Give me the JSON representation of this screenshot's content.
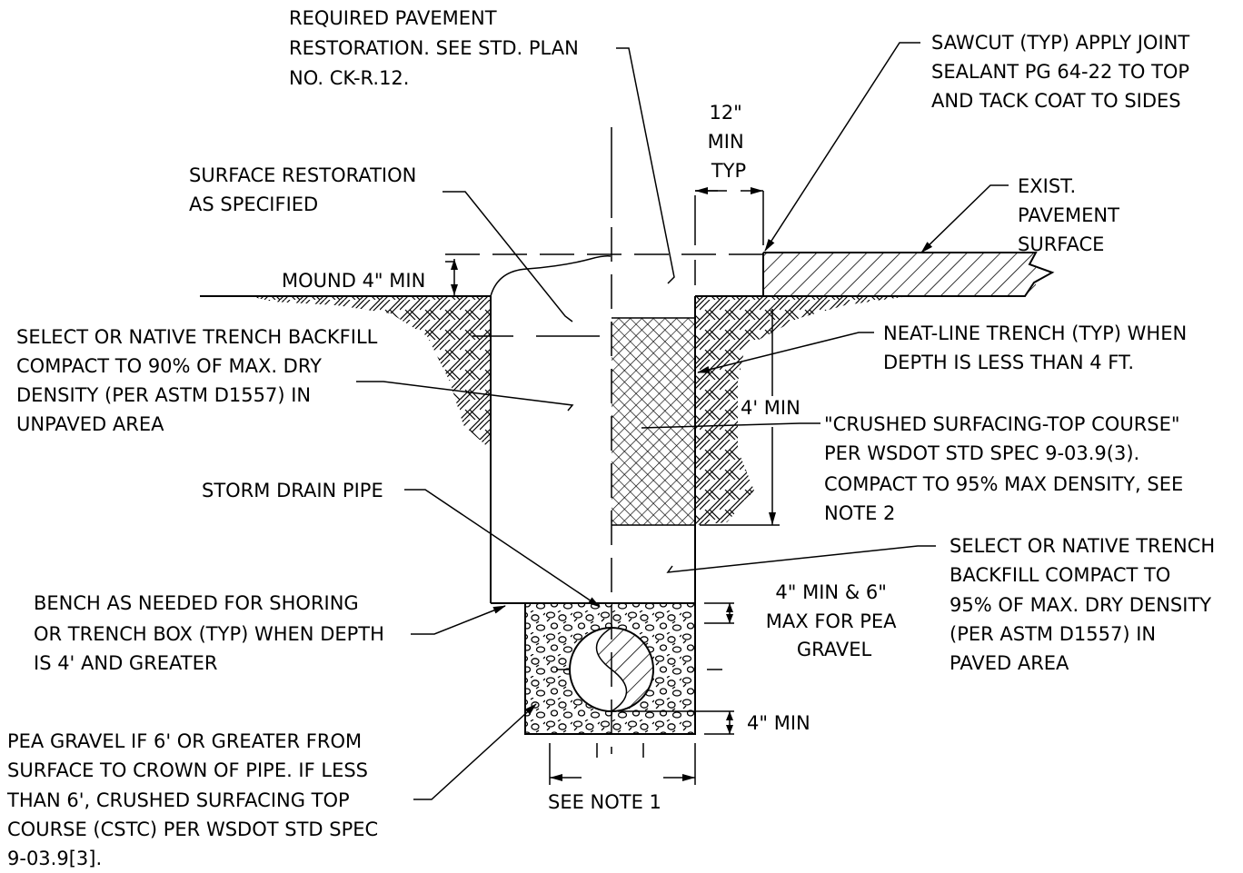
{
  "labels": {
    "required_pavement": [
      "REQUIRED PAVEMENT",
      "RESTORATION. SEE STD. PLAN",
      "NO. CK-R.12."
    ],
    "sawcut": [
      "SAWCUT (TYP) APPLY JOINT",
      "SEALANT PG 64-22 TO TOP",
      "AND TACK COAT TO SIDES"
    ],
    "twelve_min": [
      "12\"",
      "MIN",
      "TYP"
    ],
    "surface_restoration": [
      "SURFACE RESTORATION",
      "AS SPECIFIED"
    ],
    "exist_pavement": [
      "EXIST.",
      "PAVEMENT",
      "SURFACE"
    ],
    "mound": "MOUND 4\" MIN",
    "select_unpaved": [
      "SELECT OR NATIVE TRENCH BACKFILL",
      "COMPACT TO 90% OF MAX. DRY",
      "DENSITY (PER ASTM D1557) IN",
      "UNPAVED AREA"
    ],
    "neat_line": [
      "NEAT-LINE TRENCH (TYP) WHEN",
      "DEPTH IS LESS THAN 4 FT."
    ],
    "four_ft_min": "4' MIN",
    "crushed_surfacing": [
      "\"CRUSHED SURFACING-TOP COURSE\"",
      "PER WSDOT STD SPEC 9-03.9(3).",
      "COMPACT TO 95% MAX DENSITY, SEE",
      "NOTE 2"
    ],
    "storm_drain": "STORM DRAIN PIPE",
    "select_paved": [
      "SELECT OR NATIVE TRENCH",
      "BACKFILL COMPACT TO",
      "95% OF MAX. DRY DENSITY",
      "(PER ASTM D1557) IN",
      "PAVED AREA"
    ],
    "bench": [
      "BENCH AS NEEDED FOR SHORING",
      "OR TRENCH BOX (TYP) WHEN DEPTH",
      "IS 4' AND GREATER"
    ],
    "four_six_min": [
      "4\" MIN & 6\"",
      "MAX FOR PEA",
      "GRAVEL"
    ],
    "four_min_bottom": "4\" MIN",
    "pea_gravel": [
      "PEA GRAVEL IF 6' OR GREATER FROM",
      "SURFACE TO CROWN OF PIPE. IF LESS",
      "THAN 6', CRUSHED SURFACING TOP",
      "COURSE (CSTC) PER WSDOT STD SPEC",
      "9-03.9[3]."
    ],
    "see_note": "SEE NOTE 1"
  }
}
